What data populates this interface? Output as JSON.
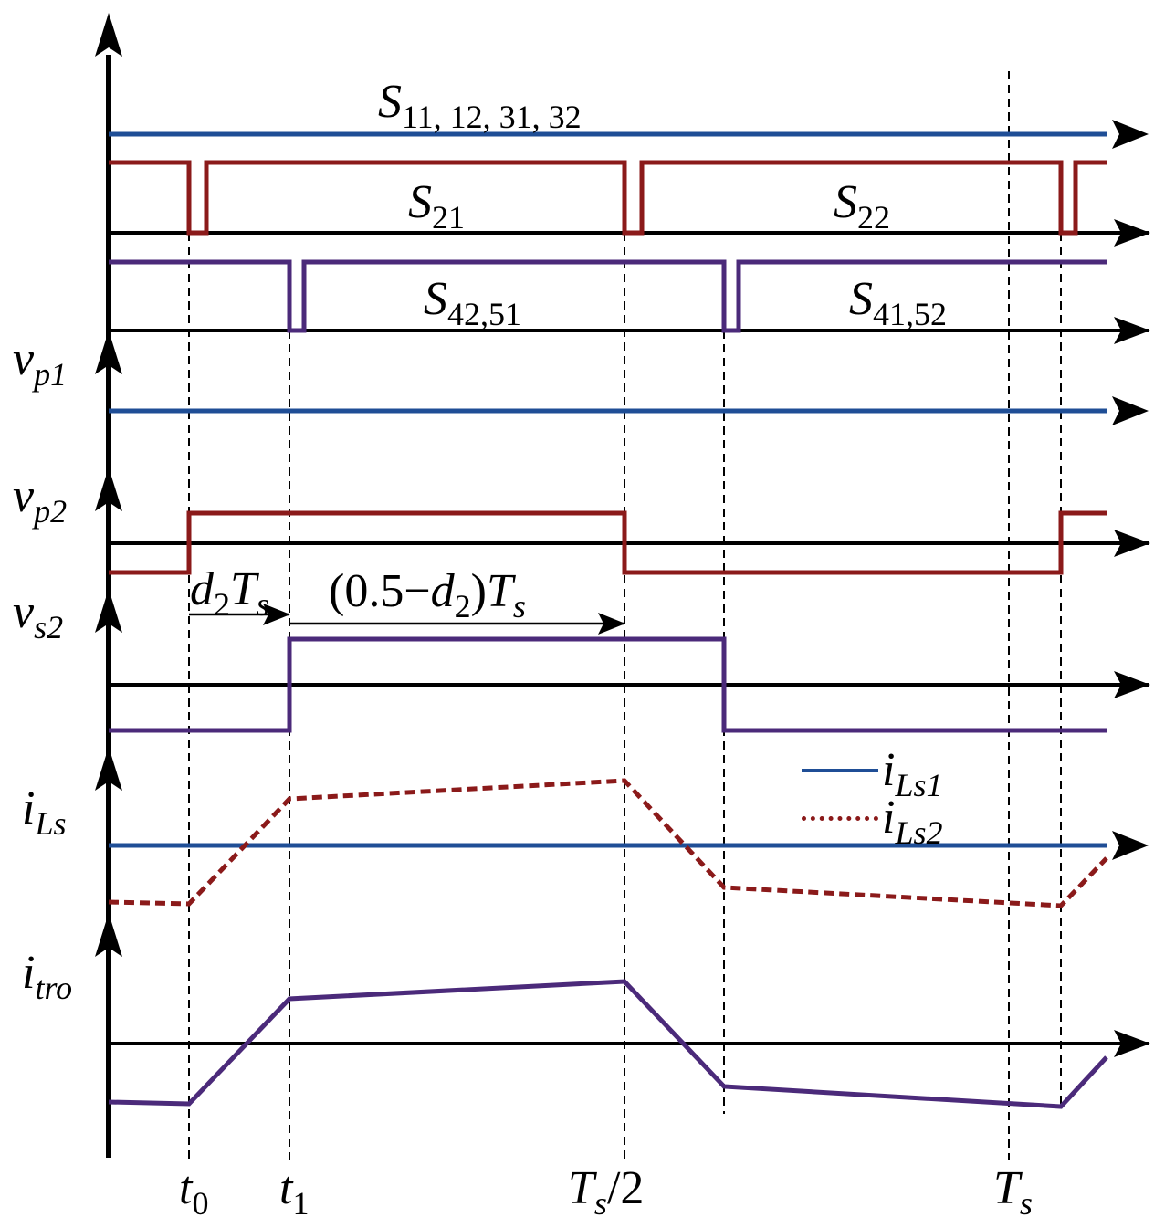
{
  "colors": {
    "blue": "#1f4e96",
    "red": "#8b1a1a",
    "purple": "#4b2a7a",
    "black": "#000000"
  },
  "switch_labels": {
    "s_main": {
      "base": "S",
      "sub": "11, 12, 31, 32"
    },
    "s21": {
      "base": "S",
      "sub": "21"
    },
    "s22": {
      "base": "S",
      "sub": "22"
    },
    "s4251": {
      "base": "S",
      "sub": "42,51"
    },
    "s4152": {
      "base": "S",
      "sub": "41,52"
    }
  },
  "axis_labels": {
    "vp1": {
      "base": "v",
      "sub": "p1"
    },
    "vp2": {
      "base": "v",
      "sub": "p2"
    },
    "vs2": {
      "base": "v",
      "sub": "s2"
    },
    "iLs": {
      "base": "i",
      "sub": "Ls"
    },
    "itro": {
      "base": "i",
      "sub": "tro"
    }
  },
  "interval_labels": {
    "d2Ts": {
      "d": "d",
      "d_sub": "2",
      "T": "T",
      "T_sub": "s"
    },
    "half": {
      "open": "(0.5−",
      "d": "d",
      "d_sub": "2",
      "close": ")",
      "T": "T",
      "T_sub": "s"
    }
  },
  "legend": {
    "iLs1": {
      "base": "i",
      "sub": "Ls1"
    },
    "iLs2": {
      "base": "i",
      "sub": "Ls2"
    }
  },
  "time_labels": {
    "t0": {
      "base": "t",
      "sub": "0"
    },
    "t1": {
      "base": "t",
      "sub": "1"
    },
    "ts_half": {
      "base": "T",
      "sub": "s",
      "tail": "/2"
    },
    "ts": {
      "base": "T",
      "sub": "s"
    }
  }
}
